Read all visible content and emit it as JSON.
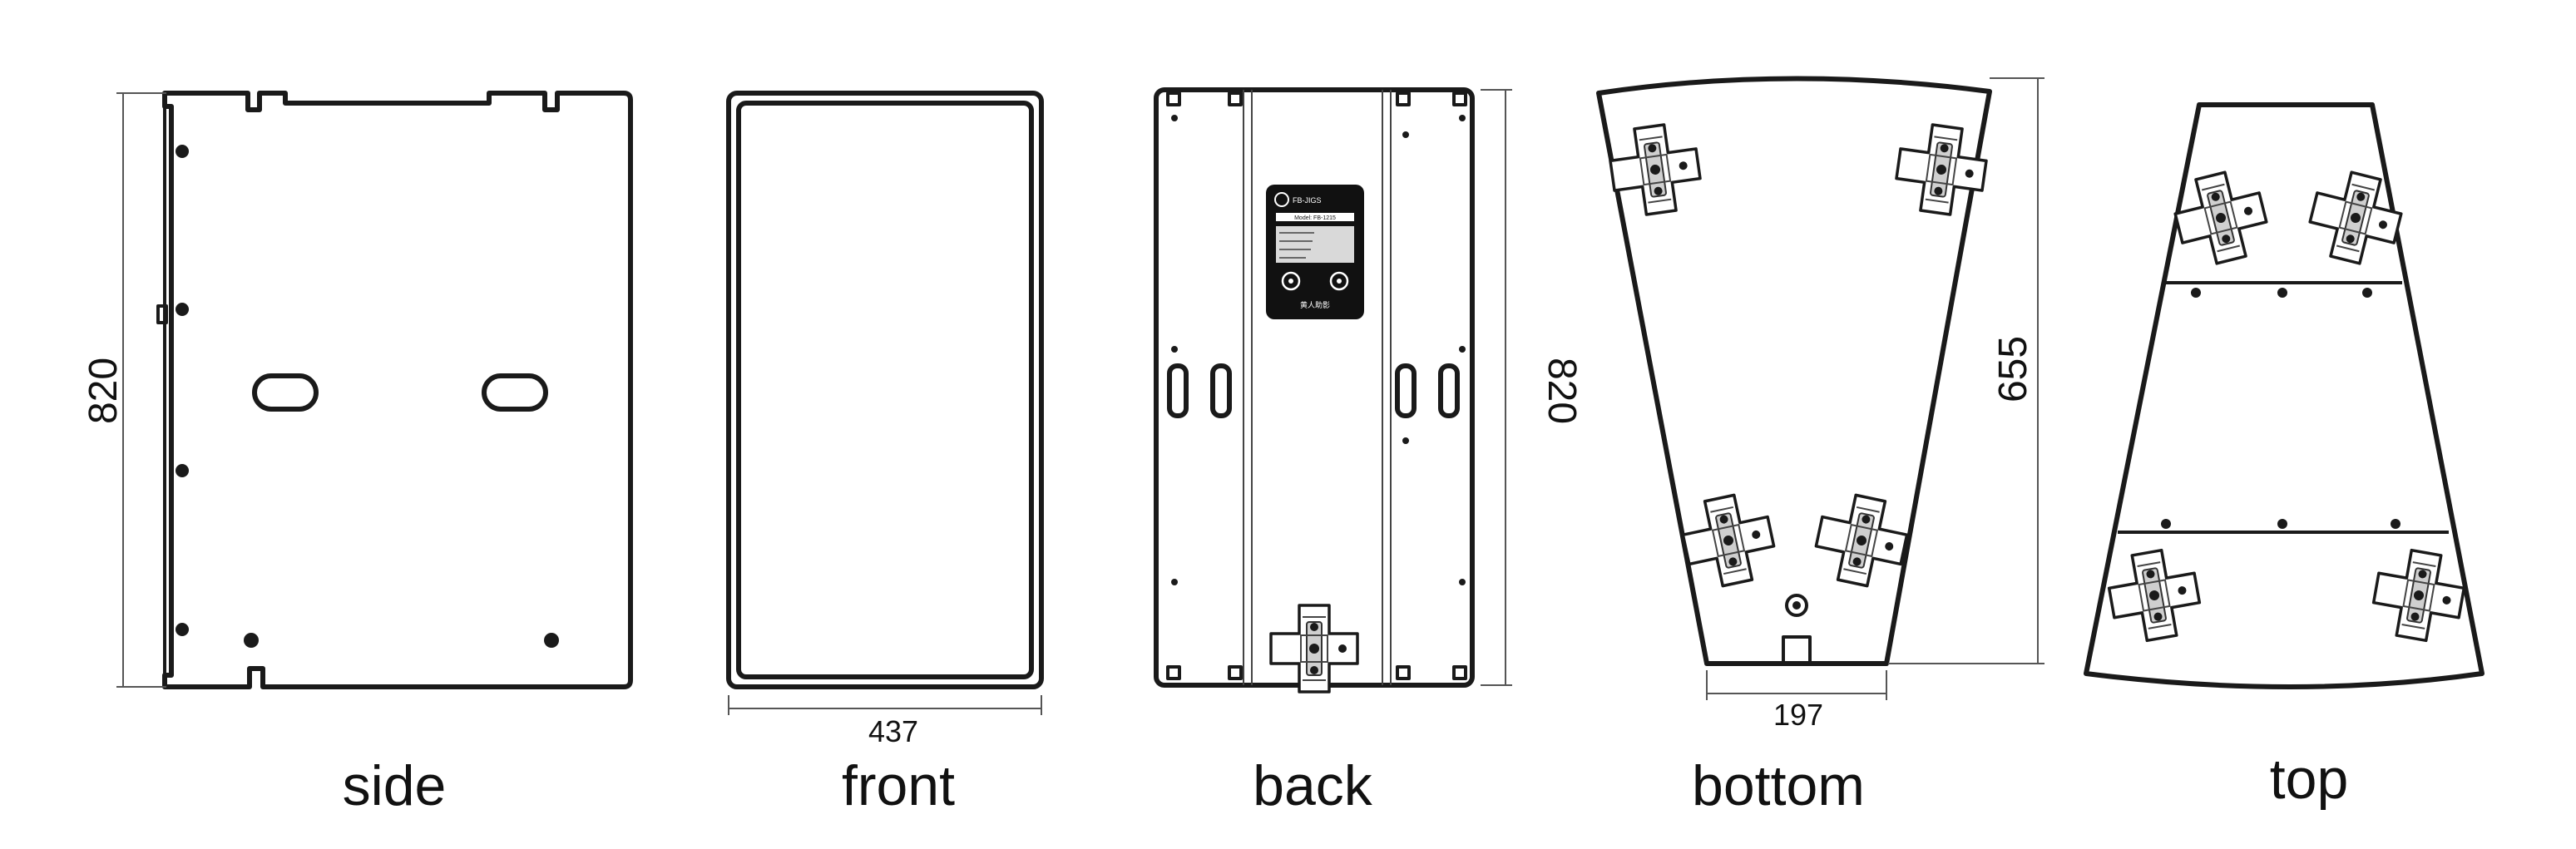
{
  "views": {
    "side": {
      "label": "side"
    },
    "front": {
      "label": "front"
    },
    "back": {
      "label": "back"
    },
    "bottom": {
      "label": "bottom"
    },
    "top": {
      "label": "top"
    }
  },
  "dimensions": {
    "side_height": "820",
    "front_width": "437",
    "back_height": "820",
    "bottom_height": "655",
    "bottom_width": "197"
  },
  "back_panel": {
    "brand": "FB-JIGS",
    "model_line": "Model: FB-1215",
    "footer_text": "黄人助影"
  },
  "colors": {
    "line": "#1a1a1a",
    "background": "#ffffff",
    "panel": "#111111"
  }
}
